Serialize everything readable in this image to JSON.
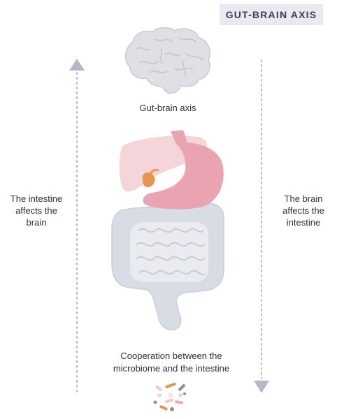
{
  "badge": "GUT-BRAIN AXIS",
  "labels": {
    "top": "Gut-brain axis",
    "left_lines": [
      "The intestine",
      "affects the",
      "brain"
    ],
    "right_lines": [
      "The brain",
      "affects the",
      "intestine"
    ],
    "bottom_lines": [
      "Cooperation between the",
      "microbiome and the intestine"
    ]
  },
  "icons": [
    "brain-icon",
    "digestive-system-icon",
    "microbiome-icon",
    "arrow-up-icon",
    "arrow-down-icon"
  ],
  "colors": {
    "liver": "#f4d6da",
    "stomach": "#eaa3b1",
    "pancreas_gallbladder": "#e8944f",
    "intestine": "#d8dce5",
    "brain": "#dfe0e6",
    "arrow": "#b5b8c4",
    "badge_bg": "#e9eaf1"
  }
}
